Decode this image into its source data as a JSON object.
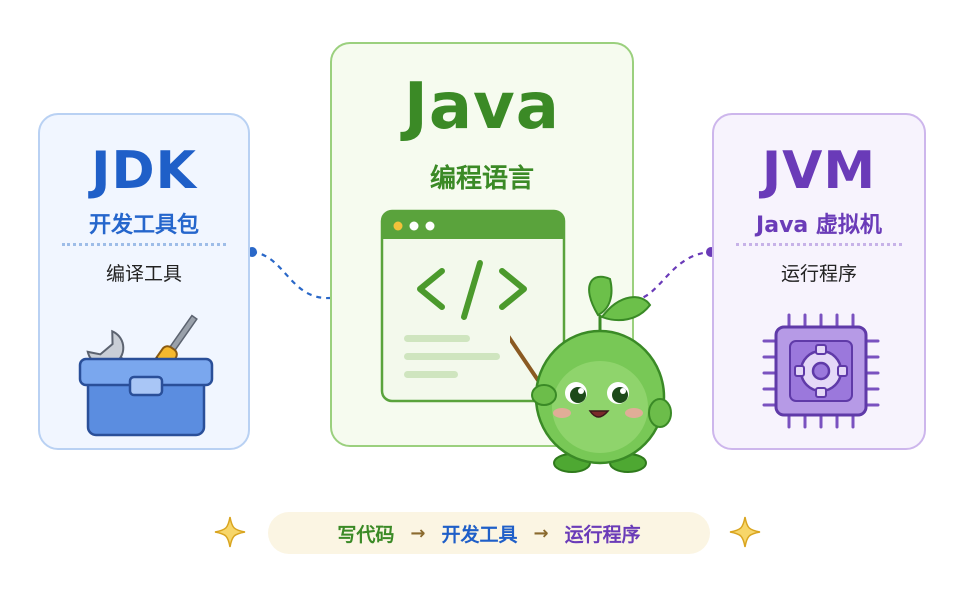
{
  "jdk": {
    "title": "JDK",
    "subtitle": "开发工具包",
    "role": "编译工具",
    "icon": "toolbox-icon"
  },
  "java": {
    "title": "Java",
    "subtitle": "编程语言",
    "icon": "code-window-icon"
  },
  "jvm": {
    "title": "JVM",
    "subtitle": "Java 虚拟机",
    "role": "运行程序",
    "icon": "chip-gear-icon"
  },
  "flow": {
    "step1": "写代码",
    "step2": "开发工具",
    "step3": "运行程序",
    "arrow": "→"
  },
  "colors": {
    "jdk_blue": "#1f5fc8",
    "java_green": "#3b8a26",
    "jvm_purple": "#6a3bb8",
    "sparkle_yellow": "#f2c23a"
  }
}
